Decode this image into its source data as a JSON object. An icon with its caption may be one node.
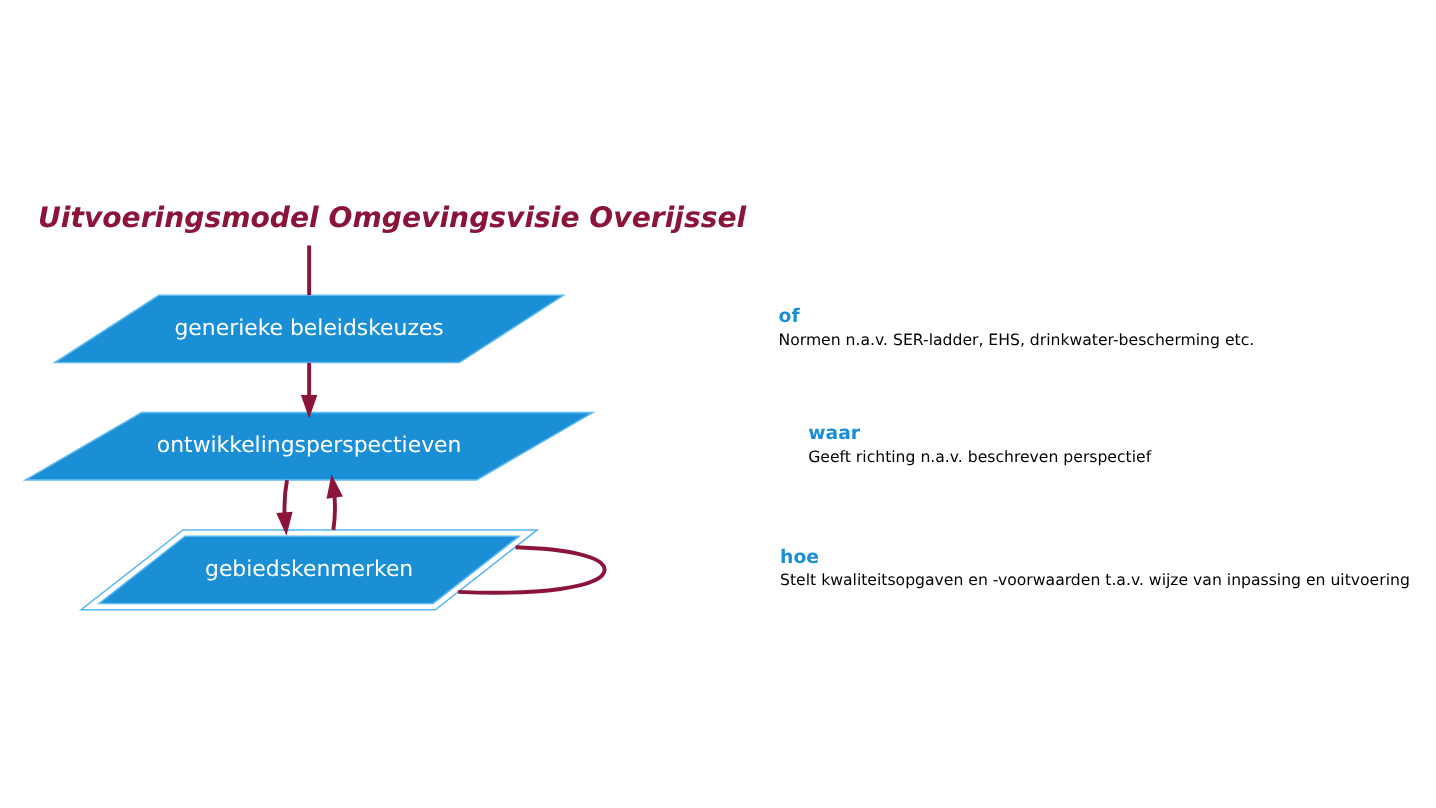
{
  "diagram": {
    "title": "Uitvoeringsmodel Omgevingsvisie Overijssel",
    "nodes": [
      {
        "text": [
          "generieke beleidskeuzes"
        ],
        "beside": [
          "of",
          "Normen n.a.v. SER-ladder, EHS, drinkwater-bescherming etc."
        ]
      },
      {
        "text": [
          "ontwikkelingsperspectieven"
        ],
        "beside": [
          "waar",
          "Geeft richting n.a.v. beschreven perspectief"
        ]
      },
      {
        "text": [
          "gebiedskenmerken"
        ],
        "beside": [
          "hoe",
          "Stelt kwaliteitsopgaven en -voorwaarden t.a.v. wijze van inpassing en uitvoering"
        ]
      }
    ],
    "edges": [
      {
        "from": null,
        "to": 0,
        "arrow": "none"
      },
      {
        "from": 0,
        "to": 1,
        "arrow": "to"
      },
      {
        "from": 1,
        "to": 2,
        "arrow": "to"
      },
      {
        "from": 2,
        "to": 1,
        "arrow": "to"
      },
      {
        "from": 2,
        "to": 2,
        "arrow": "none"
      }
    ]
  }
}
